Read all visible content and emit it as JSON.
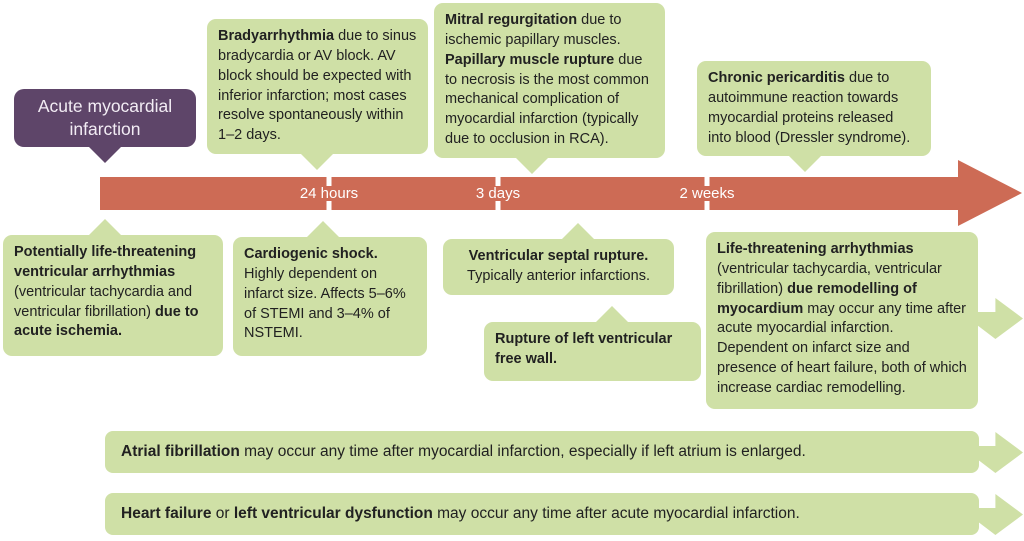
{
  "colors": {
    "green": "#cfe0a6",
    "purple": "#5e4569",
    "timeline_red": "#cd6b55",
    "text_dark": "#212121",
    "text_light": "#f2ecf4"
  },
  "title_box": {
    "label": "Acute myocardial infarction"
  },
  "timeline": {
    "tick_labels": [
      "24 hours",
      "3 days",
      "2 weeks"
    ]
  },
  "callouts": {
    "bradyarrhythmia": {
      "segments": [
        {
          "t": "Bradyarrhythmia",
          "b": true
        },
        {
          "t": " due to sinus bradycardia or AV block. AV block should be expected with inferior infarction; most cases resolve spontaneously within 1–2 days."
        }
      ]
    },
    "mitral_regurgitation": {
      "segments": [
        {
          "t": "Mitral regurgitation",
          "b": true
        },
        {
          "t": " due to ischemic papillary muscles. "
        },
        {
          "t": "Papillary muscle rupture",
          "b": true
        },
        {
          "t": " due to necrosis is the most common mechanical complication of myocardial infarction (typically due to occlusion in RCA)."
        }
      ]
    },
    "chronic_pericarditis": {
      "segments": [
        {
          "t": "Chronic pericarditis",
          "b": true
        },
        {
          "t": " due to autoimmune reaction towards myocardial proteins released into blood (Dressler syndrome)."
        }
      ]
    },
    "ventricular_arrhythmias_acute": {
      "segments": [
        {
          "t": "Potentially life-threatening ventricular arrhythmias",
          "b": true
        },
        {
          "t": " (ventricular tachycardia and ventricular fibrillation) "
        },
        {
          "t": "due to acute ischemia.",
          "b": true
        }
      ]
    },
    "cardiogenic_shock": {
      "segments": [
        {
          "t": "Cardiogenic shock.",
          "b": true
        },
        {
          "t": " Highly dependent on infarct size. Affects 5–6% of STEMI and 3–4% of NSTEMI."
        }
      ]
    },
    "ventricular_septal_rupture": {
      "segments": [
        {
          "t": "Ventricular septal rupture.",
          "b": true
        },
        {
          "t": " Typically anterior infarctions."
        }
      ]
    },
    "free_wall_rupture": {
      "segments": [
        {
          "t": "Rupture of left ventricular free wall.",
          "b": true
        }
      ]
    },
    "arrhythmias_remodelling": {
      "segments": [
        {
          "t": "Life-threatening arrhythmias",
          "b": true
        },
        {
          "t": " (ventricular tachycardia, ventricular fibrillation) "
        },
        {
          "t": "due remodelling of myocardium",
          "b": true
        },
        {
          "t": " may occur any time after acute myocardial infarction. Dependent on infarct size and presence of heart failure, both of which increase cardiac remodelling."
        }
      ]
    }
  },
  "bars": {
    "atrial_fibrillation": {
      "segments": [
        {
          "t": "Atrial fibrillation",
          "b": true
        },
        {
          "t": " may occur any time after myocardial infarction, especially if left atrium is enlarged."
        }
      ]
    },
    "heart_failure": {
      "segments": [
        {
          "t": "Heart failure",
          "b": true
        },
        {
          "t": " or "
        },
        {
          "t": "left ventricular dysfunction",
          "b": true
        },
        {
          "t": " may occur any time after acute myocardial infarction."
        }
      ]
    }
  }
}
